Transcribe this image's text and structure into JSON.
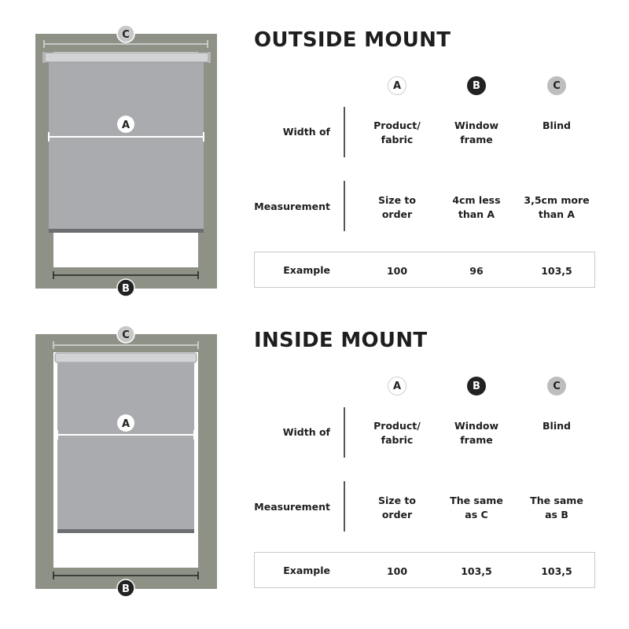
{
  "outside": {
    "title": "OUTSIDE MOUNT",
    "col_markers": [
      "A",
      "B",
      "C"
    ],
    "row_width": {
      "label": "Width of",
      "a": "Product/\nfabric",
      "b": "Window\nframe",
      "c": "Blind"
    },
    "row_measure": {
      "label": "Measurement",
      "a": "Size to\norder",
      "b": "4cm less\nthan A",
      "c": "3,5cm more\nthan A"
    },
    "row_example": {
      "label": "Example",
      "a": "100",
      "b": "96",
      "c": "103,5"
    },
    "diagram_markers": {
      "top": "C",
      "middle": "A",
      "bottom": "B"
    }
  },
  "inside": {
    "title": "INSIDE MOUNT",
    "col_markers": [
      "A",
      "B",
      "C"
    ],
    "row_width": {
      "label": "Width of",
      "a": "Product/\nfabric",
      "b": "Window\nframe",
      "c": "Blind"
    },
    "row_measure": {
      "label": "Measurement",
      "a": "Size to\norder",
      "b": "The same\nas C",
      "c": "The same\nas B"
    },
    "row_example": {
      "label": "Example",
      "a": "100",
      "b": "103,5",
      "c": "103,5"
    },
    "diagram_markers": {
      "top": "C",
      "middle": "A",
      "bottom": "B"
    }
  },
  "colors": {
    "wall": "#8e9186",
    "blind": "#a9abae",
    "blind_bar": "#6d6e71",
    "roller": "#d2d3d5",
    "marker_dark": "#222222",
    "marker_light": "#c8c8c8"
  }
}
